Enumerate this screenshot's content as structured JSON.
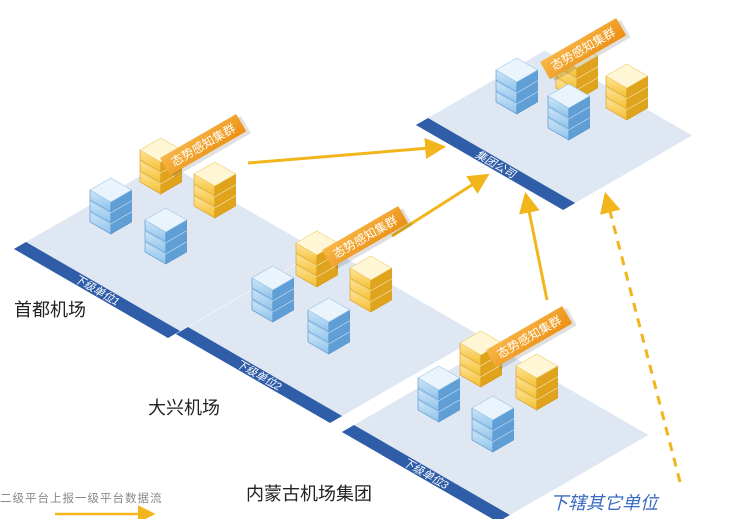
{
  "nodes": {
    "group": {
      "platform_label": "集团公司",
      "cluster_label": "态势感知集群"
    },
    "unit1": {
      "platform_label": "下级单位1",
      "cluster_label": "态势感知集群",
      "name": "首都机场"
    },
    "unit2": {
      "platform_label": "下级单位2",
      "cluster_label": "态势感知集群",
      "name": "大兴机场"
    },
    "unit3": {
      "platform_label": "下级单位3",
      "cluster_label": "态势感知集群",
      "name": "内蒙古机场集团"
    }
  },
  "other_units_label": "下辖其它单位",
  "legend": {
    "text": "二级平台上报一级平台数据流"
  },
  "colors": {
    "platform_top": "#dfe7f3",
    "platform_strip": "#2f5da8",
    "server_blue": "#7ab6e6",
    "server_yellow": "#f6c233",
    "cluster_banner": "#f2a21a",
    "arrow": "#f2b51c"
  }
}
